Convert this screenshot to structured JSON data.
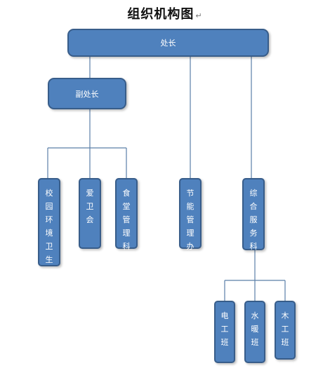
{
  "title": "组织机构图",
  "title_mark": "↵",
  "colors": {
    "box_fill": "#4f81bd",
    "box_border": "#385d8a",
    "connector": "#5b7fa8"
  },
  "org": {
    "top": "处长",
    "deputy": "副处长",
    "deputy_units": [
      "校园环境卫生科",
      "爱卫会",
      "食堂管理科"
    ],
    "direct_units": [
      "节能管理办",
      "综合服务科"
    ],
    "service_teams": [
      "电工班",
      "水暖班",
      "木工班"
    ]
  }
}
